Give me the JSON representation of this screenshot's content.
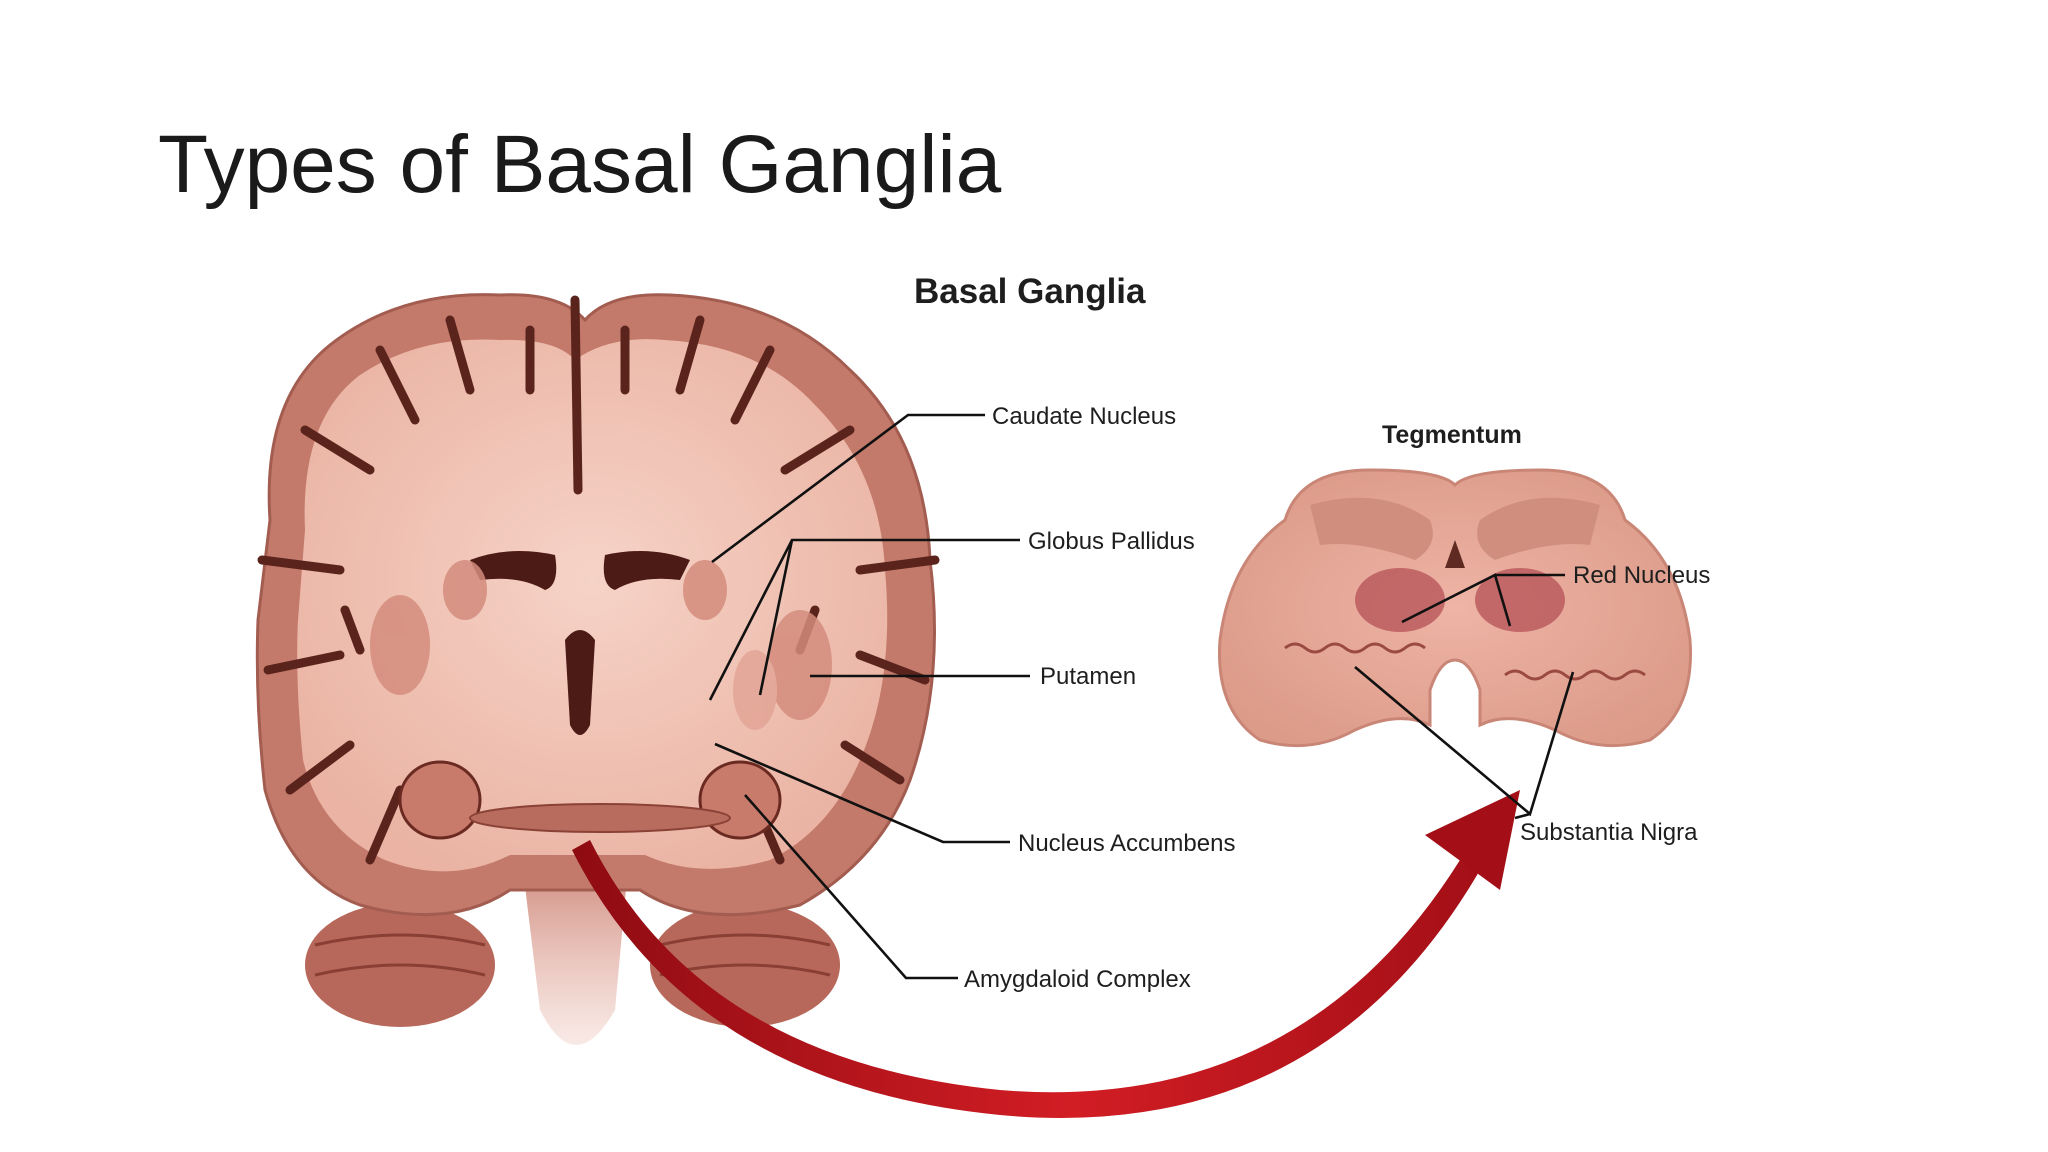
{
  "slide": {
    "title": "Types of Basal Ganglia"
  },
  "diagram": {
    "heading": "Basal Ganglia",
    "inset_heading": "Tegmentum",
    "labels": {
      "caudate": "Caudate Nucleus",
      "globus": "Globus Pallidus",
      "putamen": "Putamen",
      "accumbens": "Nucleus Accumbens",
      "amygdala": "Amygdaloid Complex",
      "red": "Red Nucleus",
      "nigra": "Substantia Nigra"
    },
    "colors": {
      "cortex": "#c9806f",
      "white_matter": "#f2c2b4",
      "sulci": "#5a241d",
      "nuclei": "#d99283",
      "arrow": "#b3121a",
      "tegmentum": "#e8a898"
    }
  }
}
